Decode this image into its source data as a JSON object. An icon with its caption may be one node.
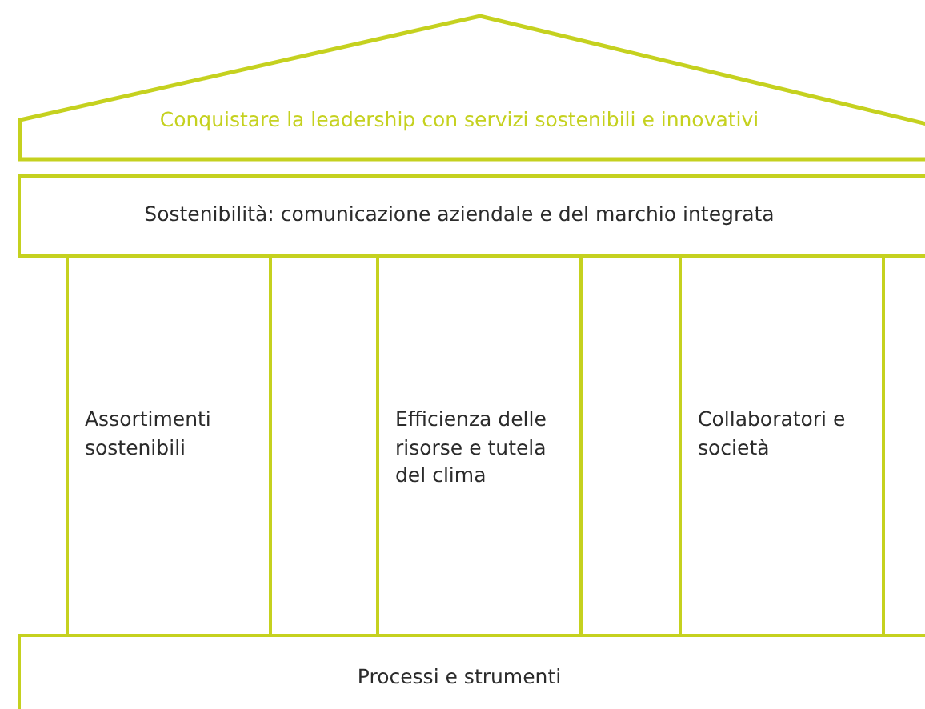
{
  "diagram": {
    "nodes": [
      {
        "text": [
          "Conquistare la leadership con servizi sostenibili e innovativi"
        ]
      },
      {
        "text": [
          "Sostenibilità: comunicazione aziendale e del marchio integrata"
        ]
      },
      {
        "text": [
          "Assortimenti sostenibili"
        ]
      },
      {
        "text": [
          "Efficienza delle risorse e tutela del clima"
        ]
      },
      {
        "text": [
          "Collaboratori e società"
        ]
      },
      {
        "text": [
          "Processi e strumenti"
        ]
      }
    ]
  }
}
